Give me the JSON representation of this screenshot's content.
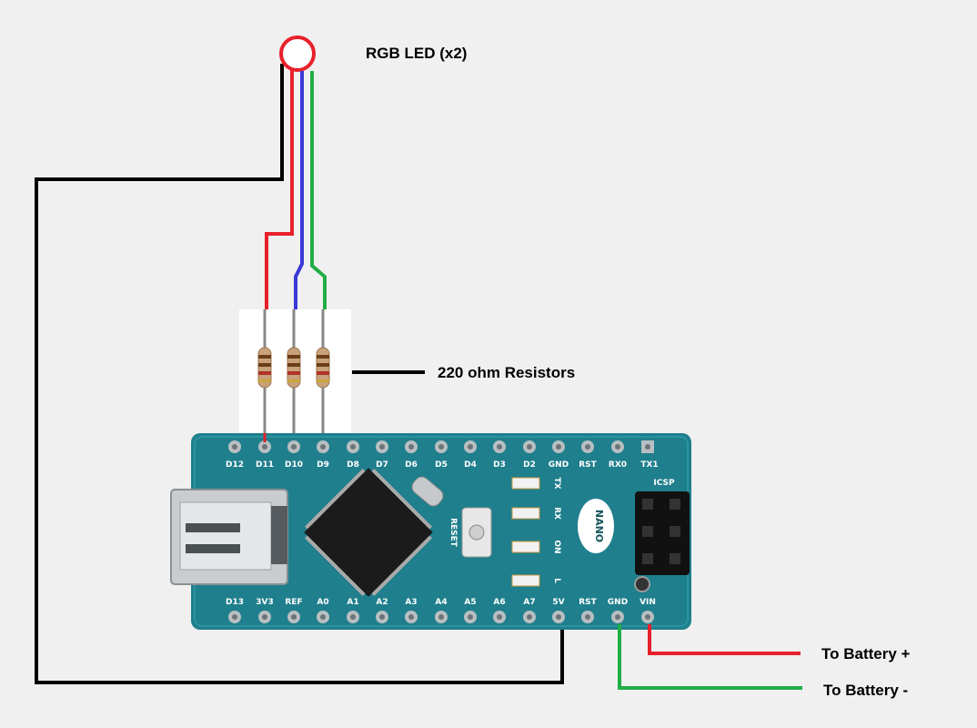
{
  "labels": {
    "led": "RGB LED (x2)",
    "resistors": "220 ohm Resistors",
    "battery_plus": "To Battery +",
    "battery_minus": "To Battery -"
  },
  "board": {
    "name": "NANO",
    "icsp": "ICSP",
    "reset": "RESET",
    "top_pins": [
      "D12",
      "D11",
      "D10",
      "D9",
      "D8",
      "D7",
      "D6",
      "D5",
      "D4",
      "D3",
      "D2",
      "GND",
      "RST",
      "RX0",
      "TX1"
    ],
    "bottom_pins": [
      "D13",
      "3V3",
      "REF",
      "A0",
      "A1",
      "A2",
      "A3",
      "A4",
      "A5",
      "A6",
      "A7",
      "5V",
      "RST",
      "GND",
      "VIN"
    ],
    "leds": [
      "TX",
      "RX",
      "ON",
      "L"
    ]
  },
  "colors": {
    "red": "#e8202a",
    "blue": "#3a3ad6",
    "green": "#1fae45",
    "black": "#000000",
    "board": "#1f7f8c"
  }
}
